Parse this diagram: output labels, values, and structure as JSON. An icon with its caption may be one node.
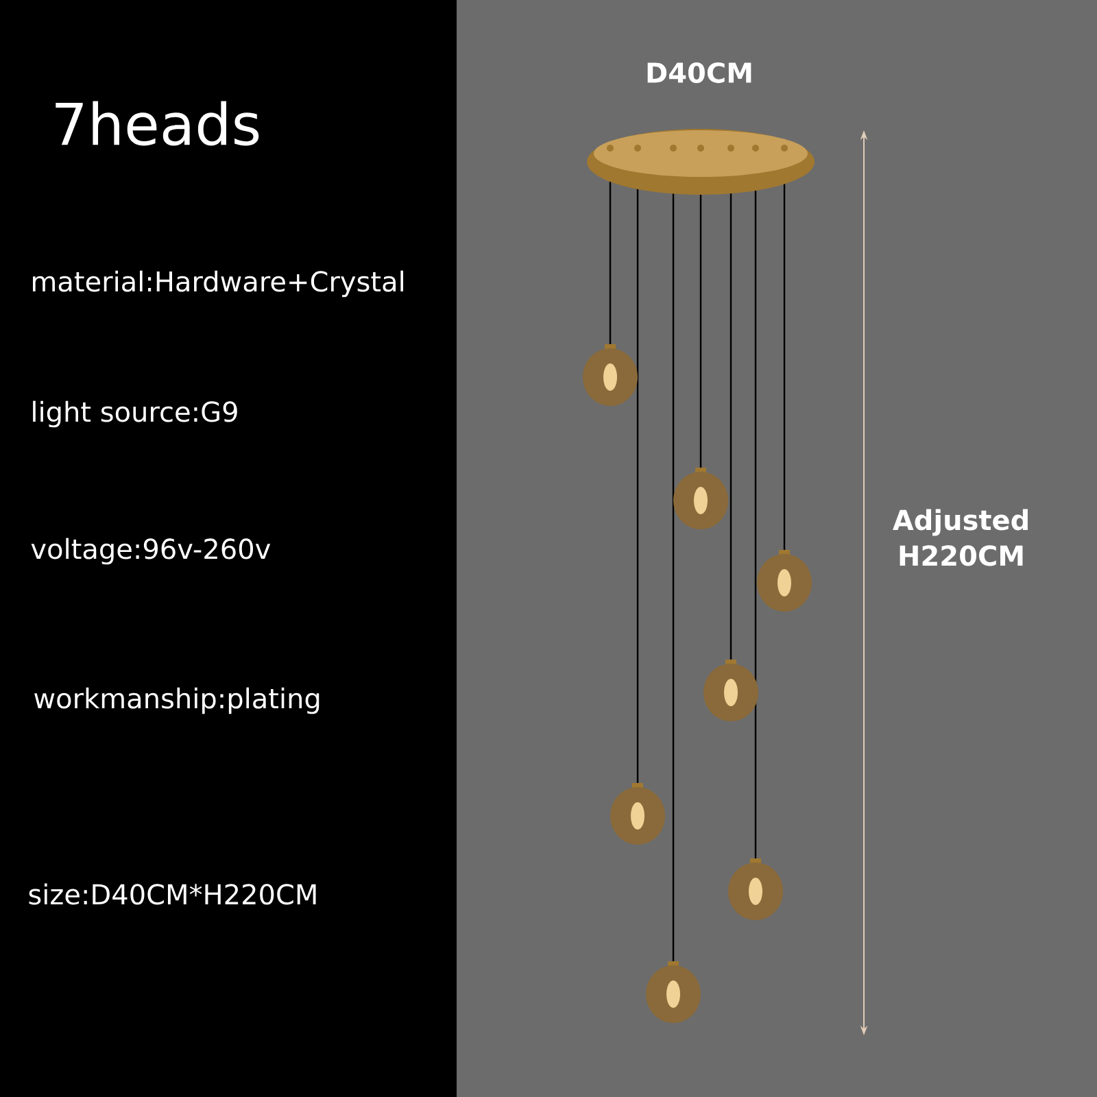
{
  "diagram": {
    "title": "7heads",
    "labels": [
      "D40CM",
      "material:Hardware+Crystal",
      "light source:G9",
      "Adjusted H220CM",
      "voltage:96v-260v",
      "workmanship:plating",
      "size:D40CM*H220CM"
    ]
  }
}
